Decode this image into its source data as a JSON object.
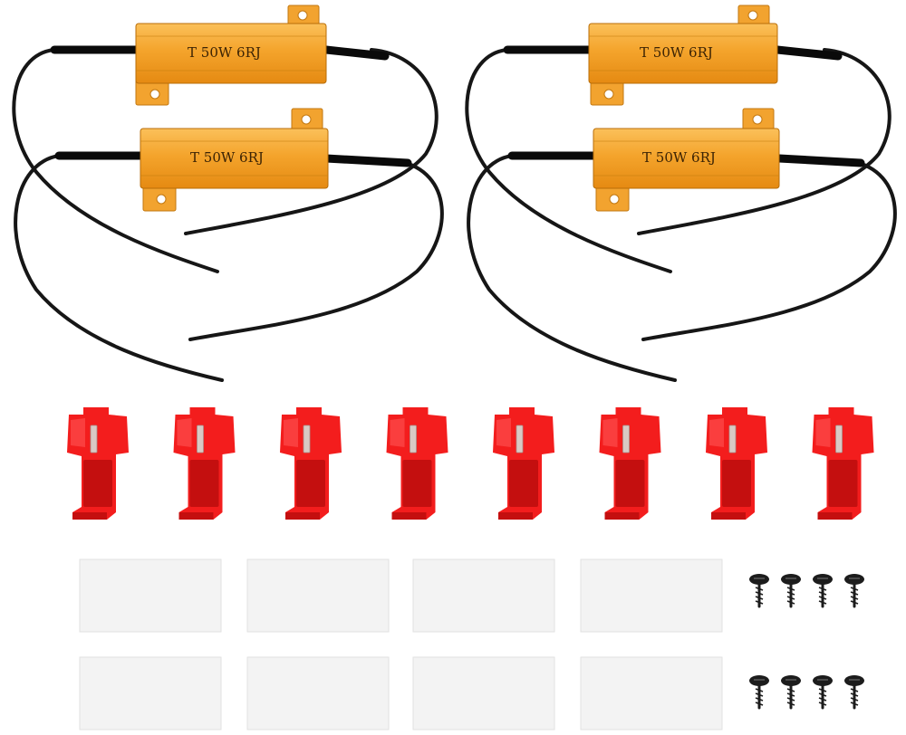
{
  "resistors": [
    {
      "marking": "T 50W 6RJ"
    },
    {
      "marking": "T 50W 6RJ"
    },
    {
      "marking": "T 50W 6RJ"
    },
    {
      "marking": "T 50W 6RJ"
    }
  ],
  "colors": {
    "resistor_gold": "#f4a42c",
    "wire_black": "#161616",
    "connector_red": "#f31d1d",
    "pad_white": "#f3f3f3",
    "screw_black": "#1c1c1c"
  },
  "counts": {
    "resistors": 4,
    "wire_tap_connectors": 8,
    "adhesive_pads": 8,
    "screws": 8
  }
}
